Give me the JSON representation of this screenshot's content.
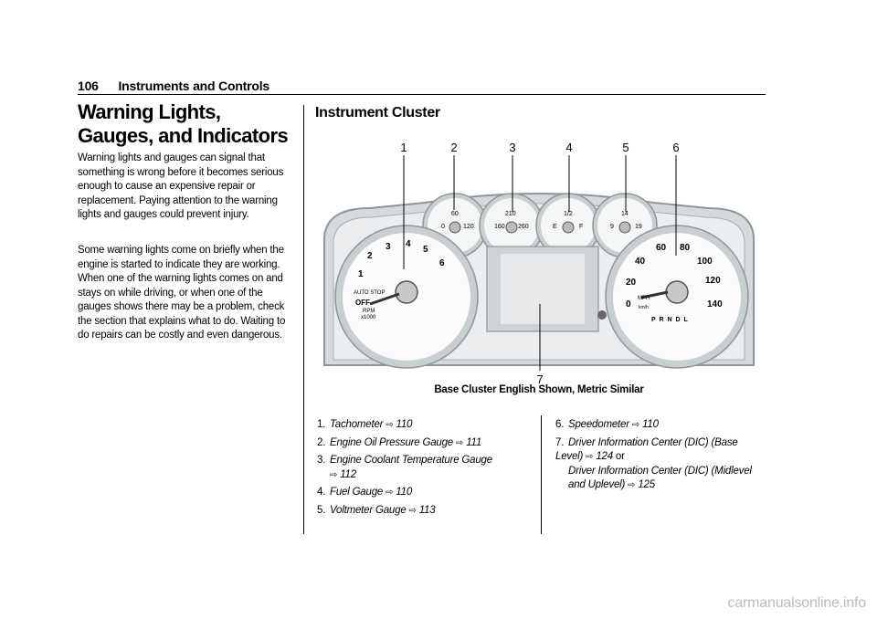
{
  "header": {
    "page_number": "106",
    "section": "Instruments and Controls"
  },
  "left": {
    "title": "Warning Lights, Gauges, and Indicators",
    "para1": "Warning lights and gauges can signal that something is wrong before it becomes serious enough to cause an expensive repair or replacement. Paying attention to the warning lights and gauges could prevent injury.",
    "para2": "Some warning lights come on briefly when the engine is started to indicate they are working. When one of the warning lights comes on and stays on while driving, or when one of the gauges shows there may be a problem, check the section that explains what to do. Waiting to do repairs can be costly and even dangerous."
  },
  "cluster_section": {
    "title": "Instrument Cluster",
    "caption": "Base Cluster English Shown, Metric Similar",
    "callouts": [
      "1",
      "2",
      "3",
      "4",
      "5",
      "6",
      "7"
    ],
    "tach": {
      "ticks": [
        "1",
        "2",
        "3",
        "4",
        "5",
        "6"
      ],
      "auto_stop": "AUTO STOP",
      "off": "OFF",
      "rpm": "RPM",
      "x1000": "x1000"
    },
    "oil": {
      "ticks": [
        "0",
        "60",
        "120"
      ]
    },
    "coolant": {
      "ticks": [
        "160",
        "210",
        "260"
      ]
    },
    "fuel": {
      "ticks": [
        "E",
        "1/2",
        "F"
      ]
    },
    "volt": {
      "ticks": [
        "9",
        "14",
        "19"
      ]
    },
    "speedo": {
      "ticks": [
        "0",
        "20",
        "40",
        "60",
        "80",
        "100",
        "120",
        "140"
      ],
      "mph": "MPH",
      "kmh": "km/h",
      "prndl": "P R N D L"
    }
  },
  "items_left": [
    {
      "n": "1.",
      "label": "Tachometer",
      "page": "110"
    },
    {
      "n": "2.",
      "label": "Engine Oil Pressure Gauge",
      "page": "111"
    },
    {
      "n": "3.",
      "label": "Engine Coolant Temperature Gauge",
      "page": "112"
    },
    {
      "n": "4.",
      "label": "Fuel Gauge",
      "page": "110"
    },
    {
      "n": "5.",
      "label": "Voltmeter Gauge",
      "page": "113"
    }
  ],
  "items_right": [
    {
      "n": "6.",
      "label": "Speedometer",
      "page": "110"
    },
    {
      "n": "7.",
      "label": "Driver Information Center (DIC) (Base Level)",
      "page": "124",
      "or": "or",
      "label2": "Driver Information Center (DIC) (Midlevel and Uplevel)",
      "page2": "125"
    }
  ],
  "watermark": "carmanualsonline.info"
}
